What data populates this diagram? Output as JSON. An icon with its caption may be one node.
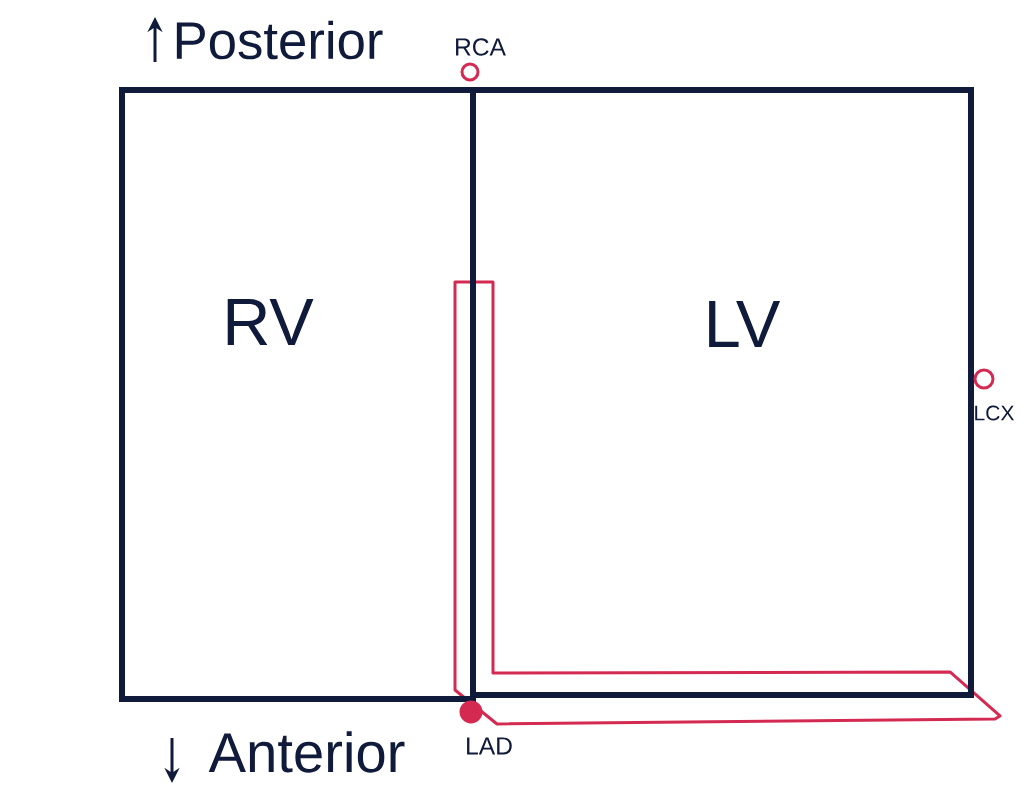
{
  "diagram": {
    "nodes": [
      {
        "text": [
          "RV"
        ]
      },
      {
        "text": [
          "LV"
        ]
      },
      {
        "text": [
          "RCA"
        ]
      },
      {
        "text": [
          "LCX"
        ]
      },
      {
        "text": [
          "LAD"
        ]
      },
      {
        "text": [],
        "shape": "band"
      }
    ],
    "labels": [
      "Posterior",
      "Anterior"
    ]
  }
}
